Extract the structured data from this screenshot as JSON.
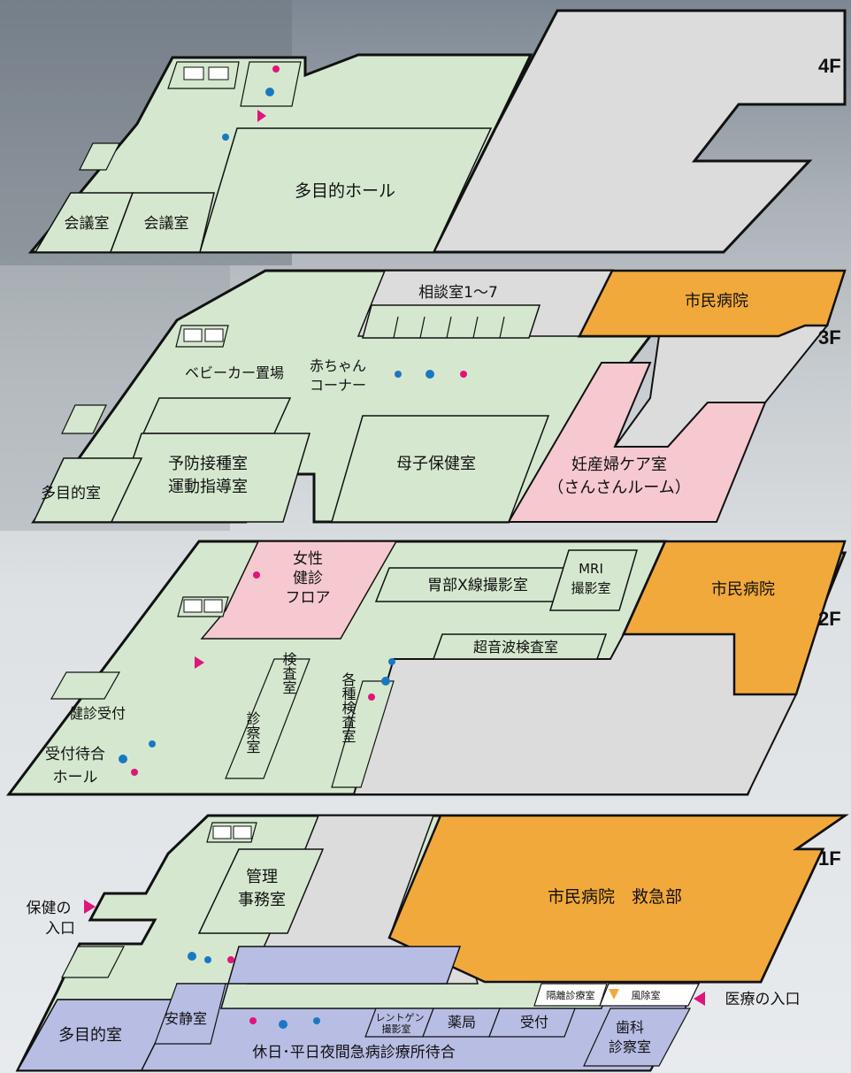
{
  "colors": {
    "common": "#d5e8cf",
    "other": "#dcdcdc",
    "hospital": "#f2a93b",
    "women": "#f5c9cf",
    "emergency": "#b8bde4",
    "outline": "#111111",
    "marker": "#e0157a",
    "male_icon": "#1a78c2",
    "female_icon": "#e0157a",
    "accessible_icon": "#1a78c2"
  },
  "floors": {
    "f4": {
      "label": "4F",
      "rooms": {
        "hall": "多目的ホール",
        "conf1": "会議室",
        "conf2": "会議室"
      }
    },
    "f3": {
      "label": "3F",
      "rooms": {
        "hospital": "市民病院",
        "consult": "相談室1～7",
        "stroller": "ベビーカー置場",
        "baby1": "赤ちゃん",
        "baby2": "コーナー",
        "vacc1": "予防接種室",
        "vacc2": "運動指導室",
        "maternal": "母子保健室",
        "prenatal1": "妊産婦ケア室",
        "prenatal2": "（さんさんルーム）",
        "multi": "多目的室"
      }
    },
    "f2": {
      "label": "2F",
      "rooms": {
        "hospital": "市民病院",
        "women1": "女性",
        "women2": "健診",
        "women3": "フロア",
        "xray": "胃部X線撮影室",
        "mri1": "MRI",
        "mri2": "撮影室",
        "ultra": "超音波検査室",
        "exam": "検査室",
        "consult": "診察室",
        "various": "各種検査室",
        "reception": "健診受付",
        "wait1": "受付待合",
        "wait2": "ホール"
      }
    },
    "f1": {
      "label": "1F",
      "rooms": {
        "er": "市民病院　救急部",
        "admin1": "管理",
        "admin2": "事務室",
        "isolation": "隔離診療室",
        "windbreak": "風除室",
        "rest": "安静室",
        "xray1": "レントゲン",
        "xray2": "撮影室",
        "pharmacy": "薬局",
        "reception": "受付",
        "dental1": "歯科",
        "dental2": "診察室",
        "multi": "多目的室",
        "waiting": "休日･平日夜間急病診療所待合"
      }
    }
  },
  "entrances": {
    "health1": "保健の",
    "health2": "入口",
    "medical": "医療の入口"
  },
  "icons": [
    "elevator-icon",
    "male-restroom-icon",
    "female-restroom-icon",
    "accessible-restroom-icon",
    "stairs-icon",
    "entrance-arrow-icon"
  ]
}
